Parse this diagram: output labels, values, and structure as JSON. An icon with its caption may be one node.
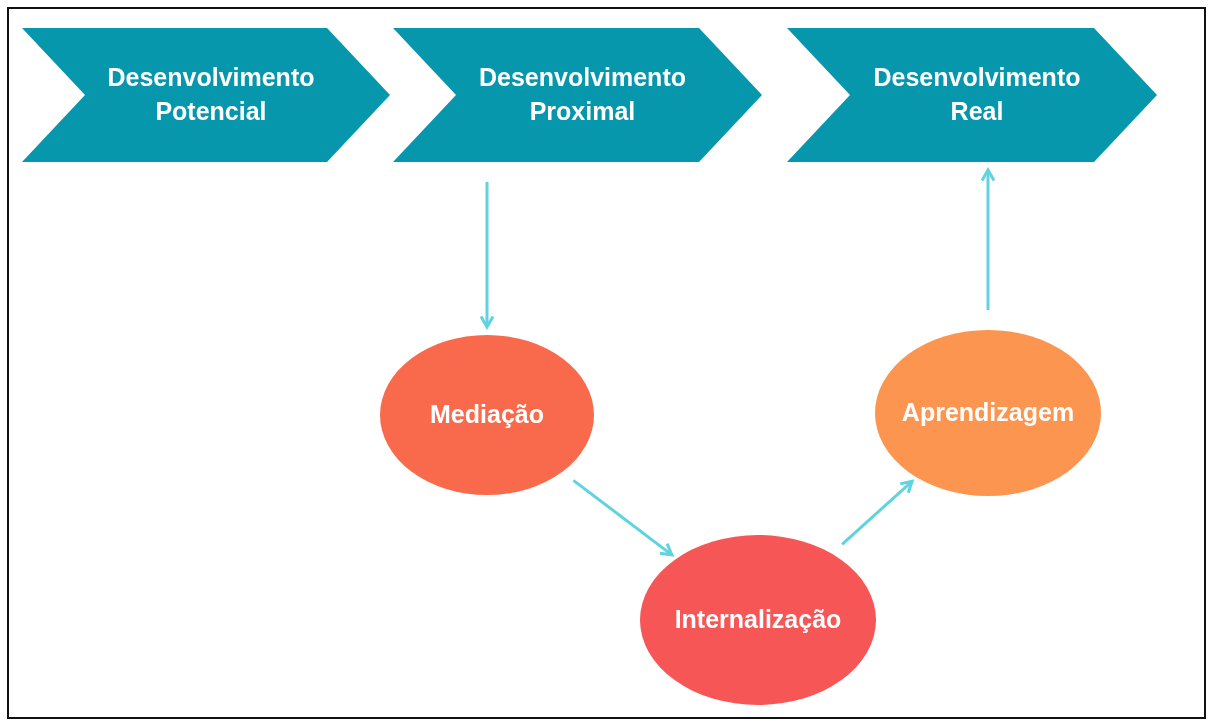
{
  "diagram": {
    "nodes": [
      {
        "text": [
          "Desenvolvimento Potencial"
        ]
      },
      {
        "text": [
          "Desenvolvimento Proximal"
        ]
      },
      {
        "text": [
          "Desenvolvimento Real"
        ]
      },
      {
        "text": [
          "Mediação"
        ]
      },
      {
        "text": [
          "Internalização"
        ]
      },
      {
        "text": [
          "Aprendizagem"
        ]
      }
    ],
    "edges": [
      {
        "from": 1,
        "to": 3,
        "arrow": "to"
      },
      {
        "from": 3,
        "to": 4,
        "arrow": "to"
      },
      {
        "from": 4,
        "to": 5,
        "arrow": "to"
      },
      {
        "from": 5,
        "to": 2,
        "arrow": "to"
      }
    ]
  }
}
